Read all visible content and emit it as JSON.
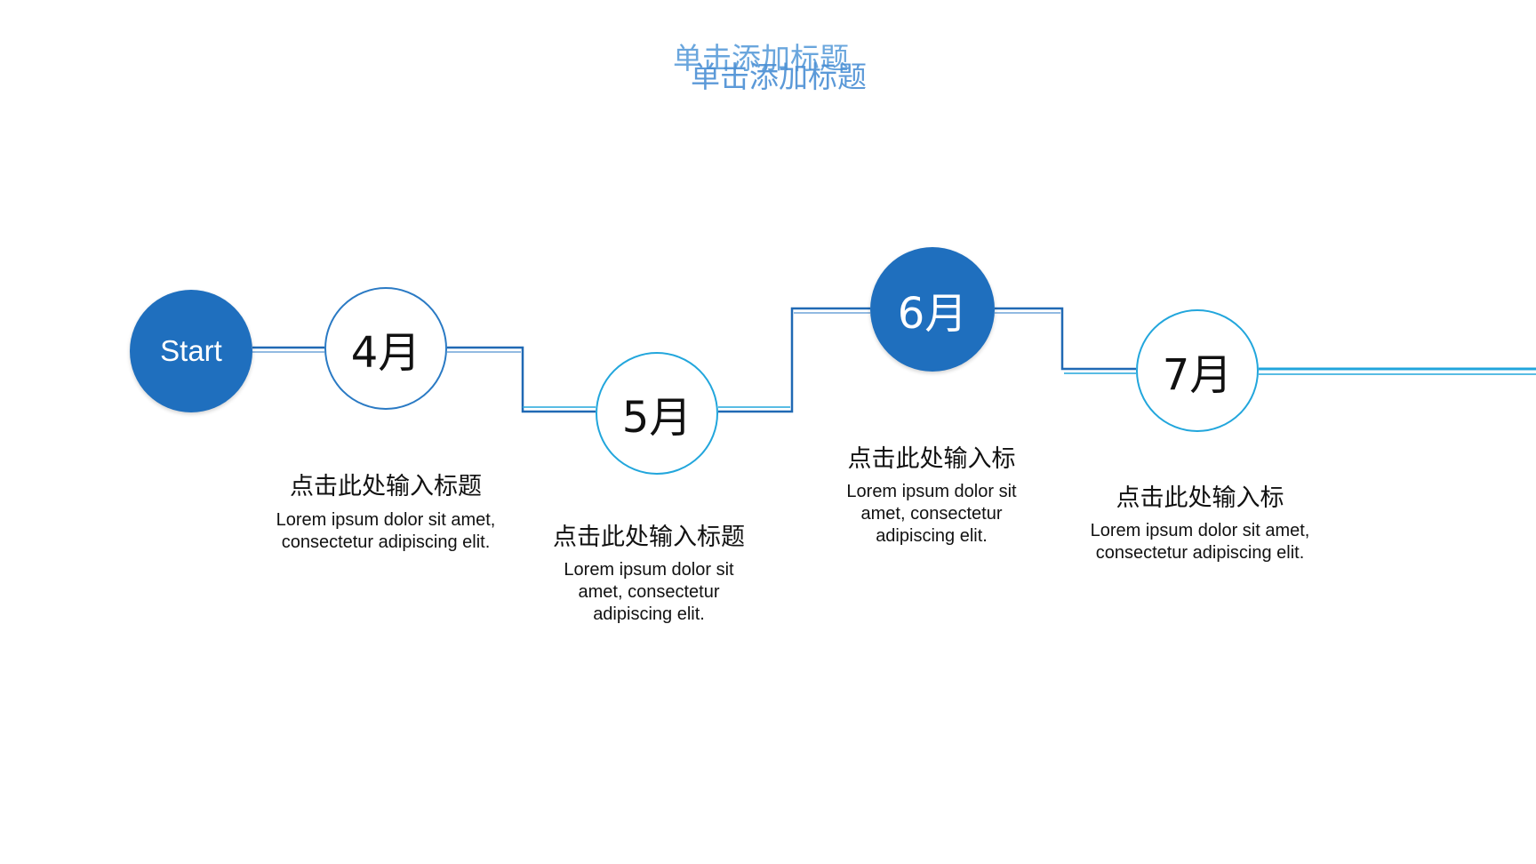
{
  "title": {
    "text": "单击添加标题"
  },
  "timeline": {
    "start_label": "Start",
    "steps": [
      {
        "month": "4月",
        "heading": "点击此处输入标题",
        "text": "Lorem ipsum dolor sit amet, consectetur adipiscing elit."
      },
      {
        "month": "5月",
        "heading": "点击此处输入标题",
        "text": "Lorem ipsum dolor sit amet, consectetur adipiscing elit."
      },
      {
        "month": "6月",
        "heading": "点击此处输入标",
        "text": "Lorem ipsum dolor sit amet, consectetur adipiscing elit."
      },
      {
        "month": "7月",
        "heading": "点击此处输入标",
        "text": "Lorem ipsum dolor sit amet, consectetur adipiscing elit."
      }
    ]
  },
  "colors": {
    "primary_blue": "#1f6fbe",
    "light_blue": "#22a6dc",
    "title_blue": "#4a8fd4"
  }
}
